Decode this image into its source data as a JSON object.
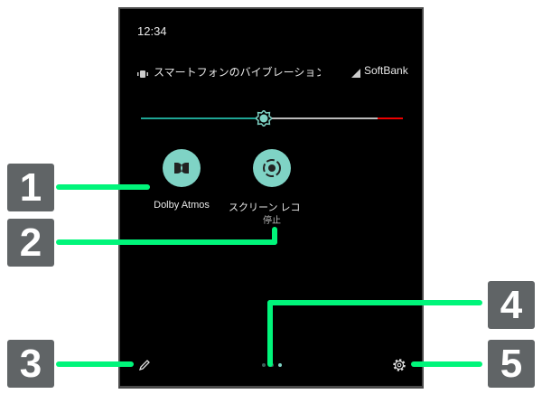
{
  "status": {
    "time": "12:34",
    "vibration_text": "スマートフォンのバイブレーションは",
    "carrier": "SoftBank"
  },
  "brightness": {
    "level": 0.45
  },
  "tiles": [
    {
      "label": "Dolby Atmos",
      "icon": "dolby-icon"
    },
    {
      "label": "スクリーン レコ",
      "sub": "停止",
      "icon": "screen-record-icon"
    }
  ],
  "pager": {
    "pages": 3,
    "current": 3
  },
  "callouts": [
    "1",
    "2",
    "3",
    "4",
    "5"
  ],
  "colors": {
    "accent": "#7fd3c5",
    "callout_line": "#00f57a",
    "badge": "#606466"
  }
}
